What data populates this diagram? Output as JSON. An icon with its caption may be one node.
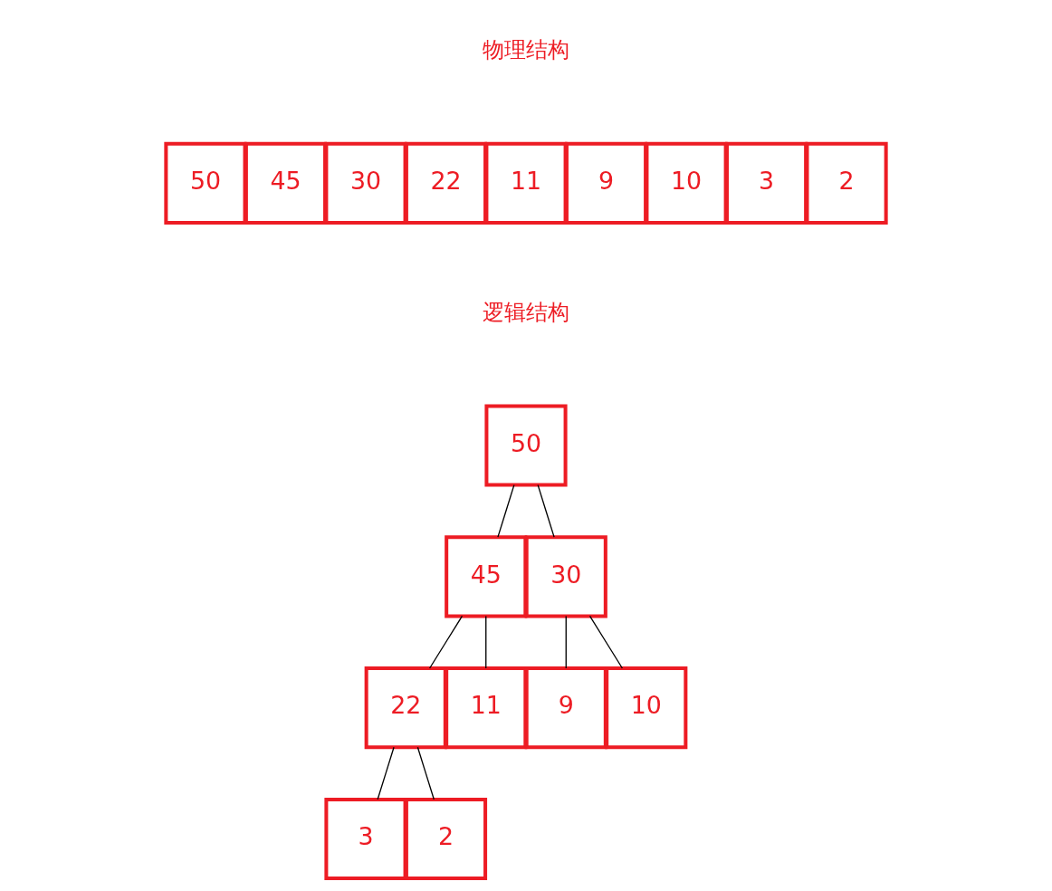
{
  "diagram": {
    "nodes": [
      {
        "text": [
          "50"
        ]
      },
      {
        "text": [
          "45"
        ]
      },
      {
        "text": [
          "30"
        ]
      },
      {
        "text": [
          "22"
        ]
      },
      {
        "text": [
          "11"
        ]
      },
      {
        "text": [
          "9"
        ]
      },
      {
        "text": [
          "10"
        ]
      },
      {
        "text": [
          "3"
        ]
      },
      {
        "text": [
          "2"
        ]
      },
      {
        "text": [
          "50"
        ]
      },
      {
        "text": [
          "45"
        ]
      },
      {
        "text": [
          "30"
        ]
      },
      {
        "text": [
          "22"
        ]
      },
      {
        "text": [
          "11"
        ]
      },
      {
        "text": [
          "9"
        ]
      },
      {
        "text": [
          "10"
        ]
      },
      {
        "text": [
          "3"
        ]
      },
      {
        "text": [
          "2"
        ]
      }
    ],
    "edges": [
      {
        "from": 9,
        "to": 10,
        "arrow": "none"
      },
      {
        "from": 9,
        "to": 11,
        "arrow": "none"
      },
      {
        "from": 10,
        "to": 12,
        "arrow": "none"
      },
      {
        "from": 10,
        "to": 13,
        "arrow": "none"
      },
      {
        "from": 11,
        "to": 14,
        "arrow": "none"
      },
      {
        "from": 11,
        "to": 15,
        "arrow": "none"
      },
      {
        "from": 12,
        "to": 16,
        "arrow": "none"
      },
      {
        "from": 12,
        "to": 17,
        "arrow": "none"
      }
    ],
    "labels": [
      "物理结构",
      "逻辑结构"
    ]
  }
}
